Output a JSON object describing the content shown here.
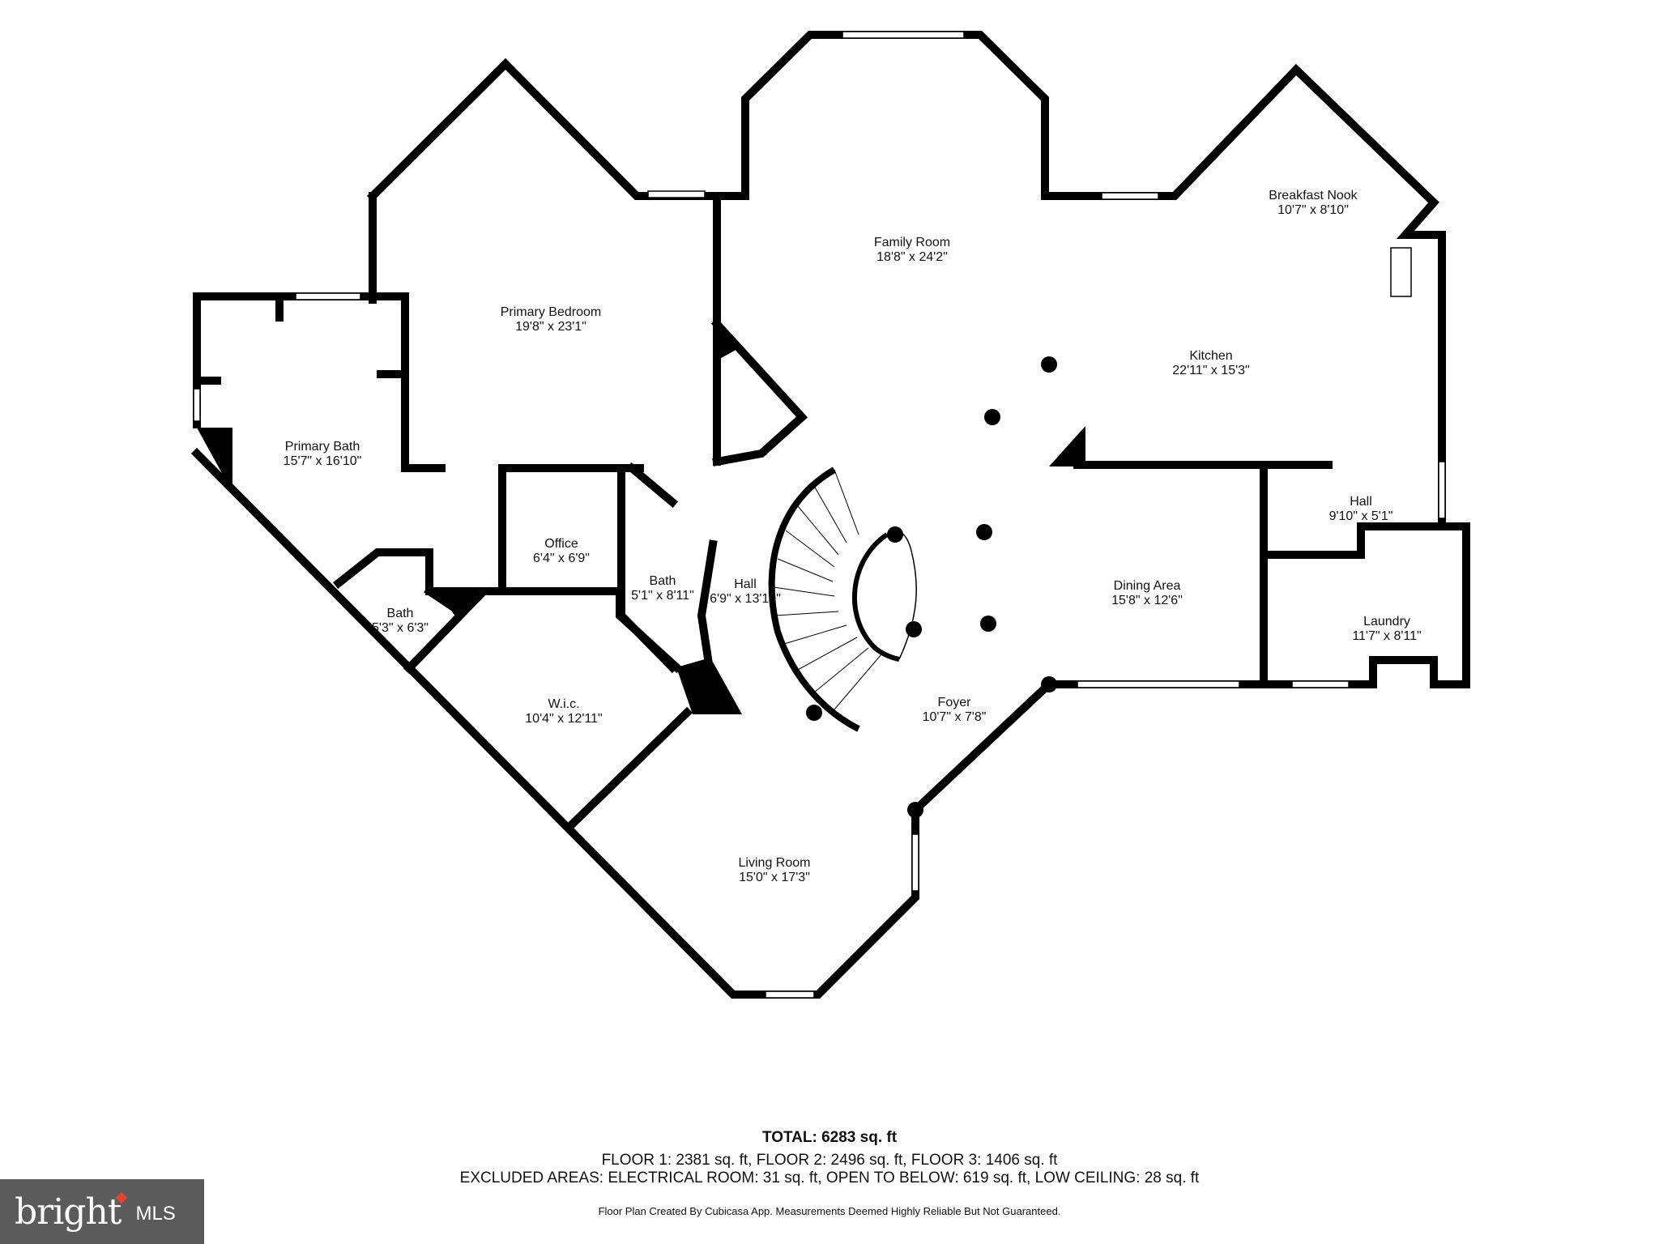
{
  "rooms": [
    {
      "name": "Primary Bedroom",
      "dim": "19'8\" x 23'1\""
    },
    {
      "name": "Family Room",
      "dim": "18'8\" x 24'2\""
    },
    {
      "name": "Breakfast Nook",
      "dim": "10'7\" x 8'10\""
    },
    {
      "name": "Kitchen",
      "dim": "22'11\" x 15'3\""
    },
    {
      "name": "Primary Bath",
      "dim": "15'7\" x 16'10\""
    },
    {
      "name": "Office",
      "dim": "6'4\" x 6'9\""
    },
    {
      "name": "Bath",
      "dim": "5'1\" x 8'11\""
    },
    {
      "name": "Hall",
      "dim": "6'9\" x 13'10\""
    },
    {
      "name": "Hall",
      "dim": "9'10\" x 5'1\""
    },
    {
      "name": "Dining Area",
      "dim": "15'8\" x 12'6\""
    },
    {
      "name": "Laundry",
      "dim": "11'7\" x 8'11\""
    },
    {
      "name": "Bath",
      "dim": "5'3\" x 6'3\""
    },
    {
      "name": "W.i.c.",
      "dim": "10'4\" x 12'11\""
    },
    {
      "name": "Foyer",
      "dim": "10'7\" x 7'8\""
    },
    {
      "name": "Living Room",
      "dim": "15'0\" x 17'3\""
    }
  ],
  "summary": {
    "total_label": "TOTAL: 6283 sq. ft",
    "floors": "FLOOR 1: 2381 sq. ft, FLOOR 2: 2496 sq. ft, FLOOR 3: 1406 sq. ft",
    "excluded": "EXCLUDED AREAS: ELECTRICAL ROOM: 31 sq. ft, OPEN TO BELOW: 619 sq. ft, LOW CEILING: 28 sq. ft",
    "disclaimer": "Floor Plan Created By Cubicasa App. Measurements Deemed Highly Reliable But Not Guaranteed."
  },
  "logo": {
    "word": "bright",
    "suffix": "MLS",
    "accent_color": "#e8432e",
    "background": "#5b5b5b"
  },
  "colors": {
    "wall": "#000000",
    "window": "#ffffff",
    "background": "#ffffff"
  }
}
